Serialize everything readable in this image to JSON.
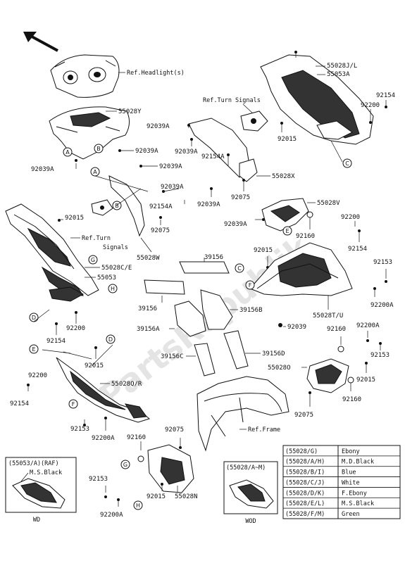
{
  "watermark": "PartsRepublik",
  "refs": {
    "headlight": "Ref.Headlight(s)",
    "turn_signals_top": "Ref.Turn Signals",
    "turn_signals_left_1": "Ref.Turn",
    "turn_signals_left_2": "Signals",
    "frame": "Ref.Frame"
  },
  "part_numbers": {
    "p55028jl": "55028J/L",
    "p55053a": "55053A",
    "p92154_tr": "92154",
    "p92200_tr": "92200",
    "p55028y": "55028Y",
    "p92039a_1": "92039A",
    "p92039a_2": "92039A",
    "p92039a_3": "92039A",
    "p92039a_4": "92039A",
    "p92039a_5": "92039A",
    "p92039a_6": "92039A",
    "p92039a_7": "92039A",
    "p92039a_8": "92039A",
    "p92015_top": "92015",
    "p92154a_top": "92154A",
    "p55028x": "55028X",
    "p92075_top": "92075",
    "p92154a_mid": "92154A",
    "p55028v": "55028V",
    "p92015_left": "92015",
    "p92075_left": "92075",
    "p55028w": "55028W",
    "p92200_mr": "92200",
    "p92160_mr": "92160",
    "p92154_mr": "92154",
    "p92015_mid": "92015",
    "p92153_r": "92153",
    "p39156_top": "39156",
    "p55028ce": "55028C/E",
    "p55053": "55053",
    "p92200a_r": "92200A",
    "p39156_left": "39156",
    "p39156b": "39156B",
    "p55028tu": "55028T/U",
    "p39156a": "39156A",
    "p92200_left": "92200",
    "p92039": "92039",
    "p92154_left": "92154",
    "p92160_r2": "92160",
    "p92200a_r2": "92200A",
    "p92153_r2": "92153",
    "p92015_bl": "92015",
    "p39156c": "39156C",
    "p39156d": "39156D",
    "p55028o": "55028O",
    "p92200_bl": "92200",
    "p55028qr": "55028Q/R",
    "p92015_br": "92015",
    "p92154_bl": "92154",
    "p92160_br": "92160",
    "p92075_br": "92075",
    "p92075_bot": "92075",
    "p92153_bl": "92153",
    "p92200a_bl": "92200A",
    "p92160_bot": "92160",
    "p92153_bot": "92153",
    "p92015_bot": "92015",
    "p55028n": "55028N",
    "p92200a_bot": "92200A"
  },
  "callouts": [
    "A",
    "B",
    "C",
    "D",
    "E",
    "F",
    "G",
    "H"
  ],
  "inset_left": {
    "title": "(55053/A)(RAF)",
    "note": "M.S.Black",
    "footer": "WD"
  },
  "inset_mid": {
    "title": "(55028/A~M)",
    "footer": "WOD"
  },
  "color_table": [
    {
      "code": "(55028/G)",
      "color": "Ebony"
    },
    {
      "code": "(55028/A/H)",
      "color": "M.D.Black"
    },
    {
      "code": "(55028/B/I)",
      "color": "Blue"
    },
    {
      "code": "(55028/C/J)",
      "color": "White"
    },
    {
      "code": "(55028/D/K)",
      "color": "F.Ebony"
    },
    {
      "code": "(55028/E/L)",
      "color": "M.S.Black"
    },
    {
      "code": "(55028/F/M)",
      "color": "Green"
    }
  ]
}
